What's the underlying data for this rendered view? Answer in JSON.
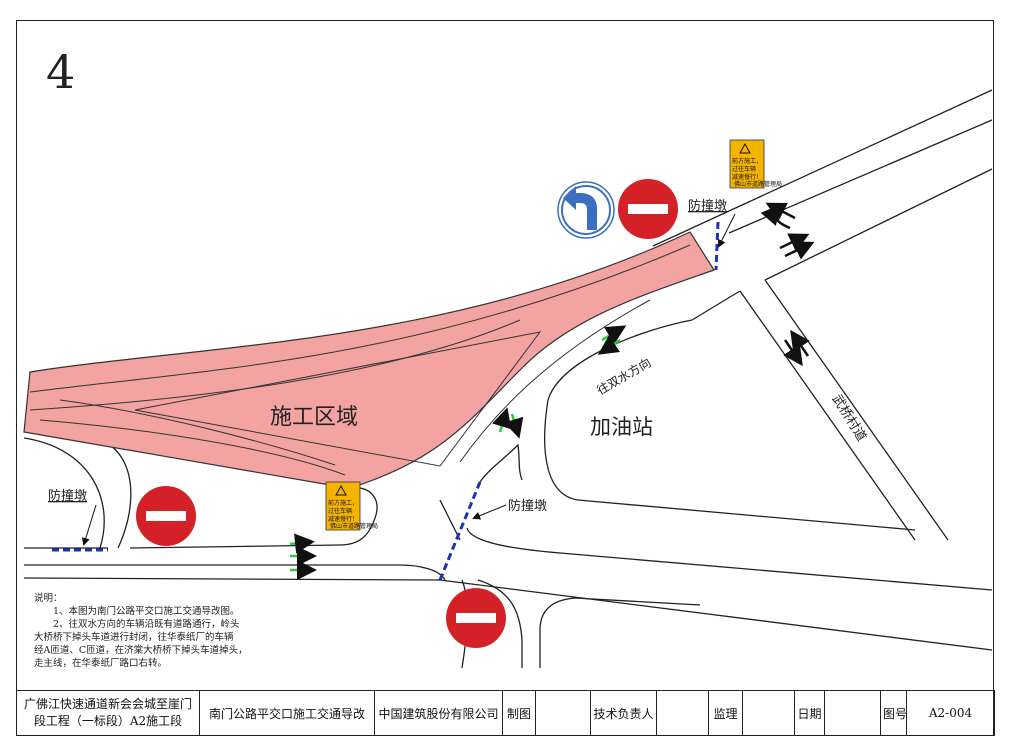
{
  "sheet": {
    "number": "4"
  },
  "labels": {
    "construction_zone": "施工区域",
    "gas_station": "加油站",
    "direction_shuangshui": "往双水方向",
    "road_wuqiao": "武桥村道",
    "barrier_top": "防撞墩",
    "barrier_left": "防撞墩",
    "barrier_mid": "防撞墩"
  },
  "signs": {
    "warning_text": [
      "前方施工，",
      "过往车辆",
      "减速慢行！"
    ],
    "footer_text": "佛山市道路管理局"
  },
  "notes": {
    "heading": "说明：",
    "item1": "1、本图为南门公路平交口施工交通导改图。",
    "item2_line1": "2、往双水方向的车辆沿既有道路通行，岭头",
    "item2_line2": "大桥桥下掉头车道进行封闭，往华泰纸厂的车辆",
    "item2_line3": "经A匝道、C匝道，在济棠大桥桥下掉头车道掉头，",
    "item2_line4": "走主线，在华泰纸厂路口右转。"
  },
  "title_block": {
    "project": "广佛江快速通道新会会城至崖门段工程（一标段）A2施工段",
    "drawing_title": "南门公路平交口施工交通导改",
    "company": "中国建筑股份有限公司",
    "drawn_label": "制图",
    "drawn_value": "",
    "tech_label": "技术负责人",
    "tech_value": "",
    "supervisor_label": "监理",
    "supervisor_value": "",
    "date_label": "日期",
    "date_value": "",
    "drawing_no_label": "图号",
    "drawing_no_value": "A2-004"
  },
  "colors": {
    "construction_fill": "#f4a3a3",
    "no_entry_red": "#d42127",
    "turn_sign_blue": "#3b6fbf",
    "warning_yellow": "#f5b400",
    "arrow_green": "#2ecc40",
    "barrier_blue": "#1a33b8"
  }
}
